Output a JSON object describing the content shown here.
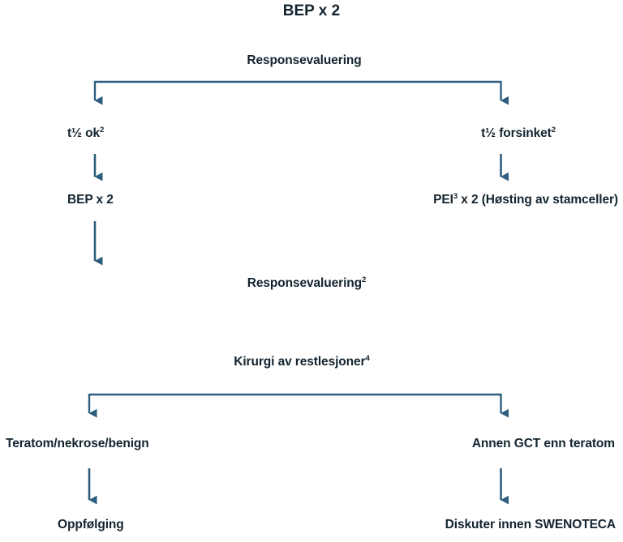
{
  "diagram": {
    "type": "clinical-treatment-flowchart",
    "language": "no",
    "colors": {
      "text": "#13242f",
      "connector": "#2d5e7d",
      "background": "#ffffff"
    },
    "title": "BEP x 2",
    "nodes": {
      "title": {
        "text": "BEP x 2"
      },
      "response_eval_1": {
        "text": "Responsevaluering"
      },
      "branch_left_1": {
        "base": "t½ ok",
        "sup": "2"
      },
      "branch_right_1": {
        "base": "t½ forsinket",
        "sup": "2"
      },
      "left_treatment": {
        "text": "BEP x 2"
      },
      "right_treatment": {
        "pre": "PEI",
        "sup": "3",
        "post": " x 2 (Høsting av stamceller)"
      },
      "response_eval_2": {
        "base": "Responsevaluering",
        "sup": "2"
      },
      "surgery": {
        "base": "Kirurgi av restlesjoner",
        "sup": "4"
      },
      "branch_left_2": {
        "text": "Teratom/nekrose/benign"
      },
      "branch_right_2": {
        "text": "Annen GCT enn teratom"
      },
      "outcome_left": {
        "text": "Oppfølging"
      },
      "outcome_right": {
        "text": "Diskuter innen SWENOTECA"
      }
    },
    "footnotes": [
      "2",
      "3",
      "4"
    ]
  }
}
